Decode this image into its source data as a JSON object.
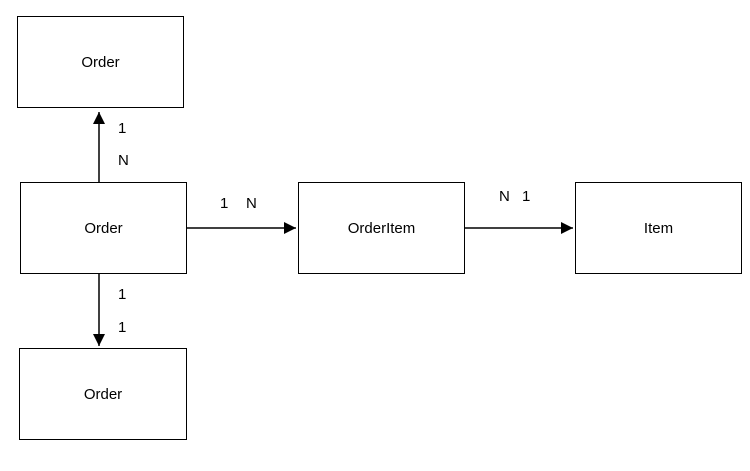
{
  "entities": {
    "top_order": {
      "label": "Order"
    },
    "center_order": {
      "label": "Order"
    },
    "bottom_order": {
      "label": "Order"
    },
    "order_item": {
      "label": "OrderItem"
    },
    "item": {
      "label": "Item"
    }
  },
  "relations": {
    "center_to_top": {
      "near_target": "1",
      "near_source": "N"
    },
    "center_to_bottom": {
      "near_source": "1",
      "near_target": "1"
    },
    "center_to_order_item": {
      "source": "1",
      "target": "N"
    },
    "order_item_to_item": {
      "source": "N",
      "target": "1"
    }
  },
  "colors": {
    "stroke": "#000000",
    "background": "#ffffff"
  }
}
